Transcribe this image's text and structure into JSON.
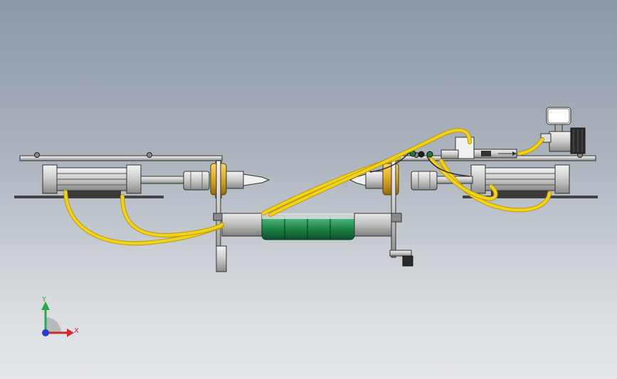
{
  "viewport": {
    "background_top": "#8d97a6",
    "background_bottom": "#e6e8eb"
  },
  "colors": {
    "hose": "#f2d21a",
    "hose_shadow": "#b89a0a",
    "metal": "#d8d8d8",
    "metal_dark": "#6a6a6a",
    "brass": "#e0a820",
    "green_segment": "#1f8a4c",
    "frame_line": "#2a2a2a"
  },
  "triad": {
    "y_label": "Y",
    "x_label": "X",
    "y_color": "#2aa84a",
    "x_color": "#d42a2a",
    "z_color": "#2a3ad4"
  },
  "model": {
    "left_cylinder_icon": "pneumatic-cylinder-icon",
    "right_cylinder_icon": "pneumatic-cylinder-icon",
    "center_tube_icon": "roller-tube-icon",
    "gauge_icon": "pressure-gauge-icon",
    "valve_icon": "solenoid-valve-icon",
    "green_segments": 4
  }
}
